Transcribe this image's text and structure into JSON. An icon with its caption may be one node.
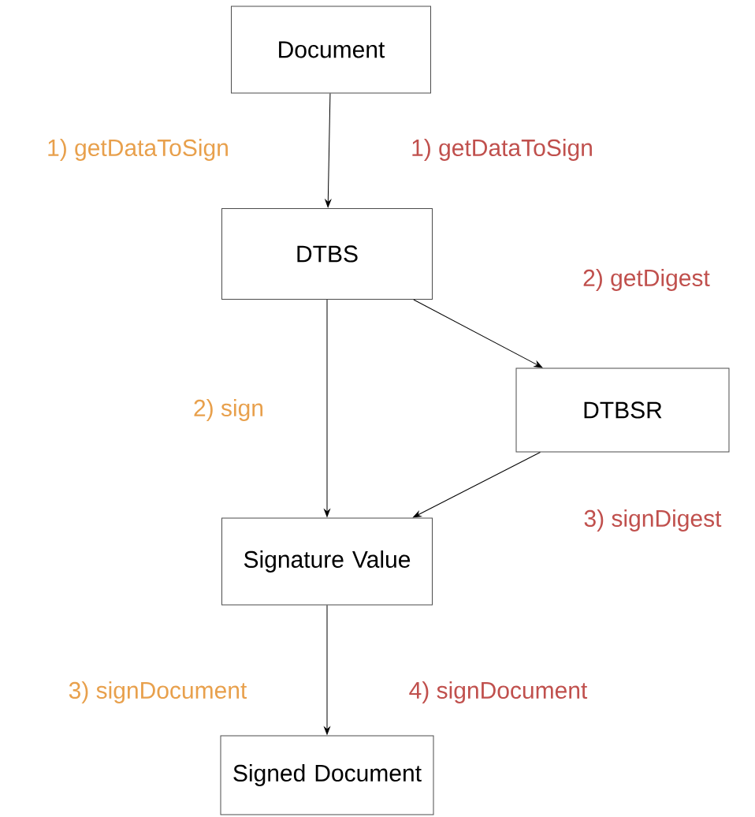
{
  "diagram": {
    "nodes": [
      {
        "text": [
          "Document"
        ]
      },
      {
        "text": [
          "DTBS"
        ]
      },
      {
        "text": [
          "DTBSR"
        ]
      },
      {
        "text": [
          "Signature Value"
        ]
      },
      {
        "text": [
          "Signed Document"
        ]
      }
    ],
    "edges": [
      {
        "from": 0,
        "to": 1,
        "arrow": "to"
      },
      {
        "from": 1,
        "to": 2,
        "arrow": "to"
      },
      {
        "from": 1,
        "to": 3,
        "arrow": "to"
      },
      {
        "from": 2,
        "to": 3,
        "arrow": "to"
      },
      {
        "from": 3,
        "to": 4,
        "arrow": "to"
      }
    ],
    "labels": [
      "1) getDataToSign",
      "1) getDataToSign",
      "2) getDigest",
      "2) sign",
      "3) signDigest",
      "3) signDocument",
      "4) signDocument"
    ]
  }
}
